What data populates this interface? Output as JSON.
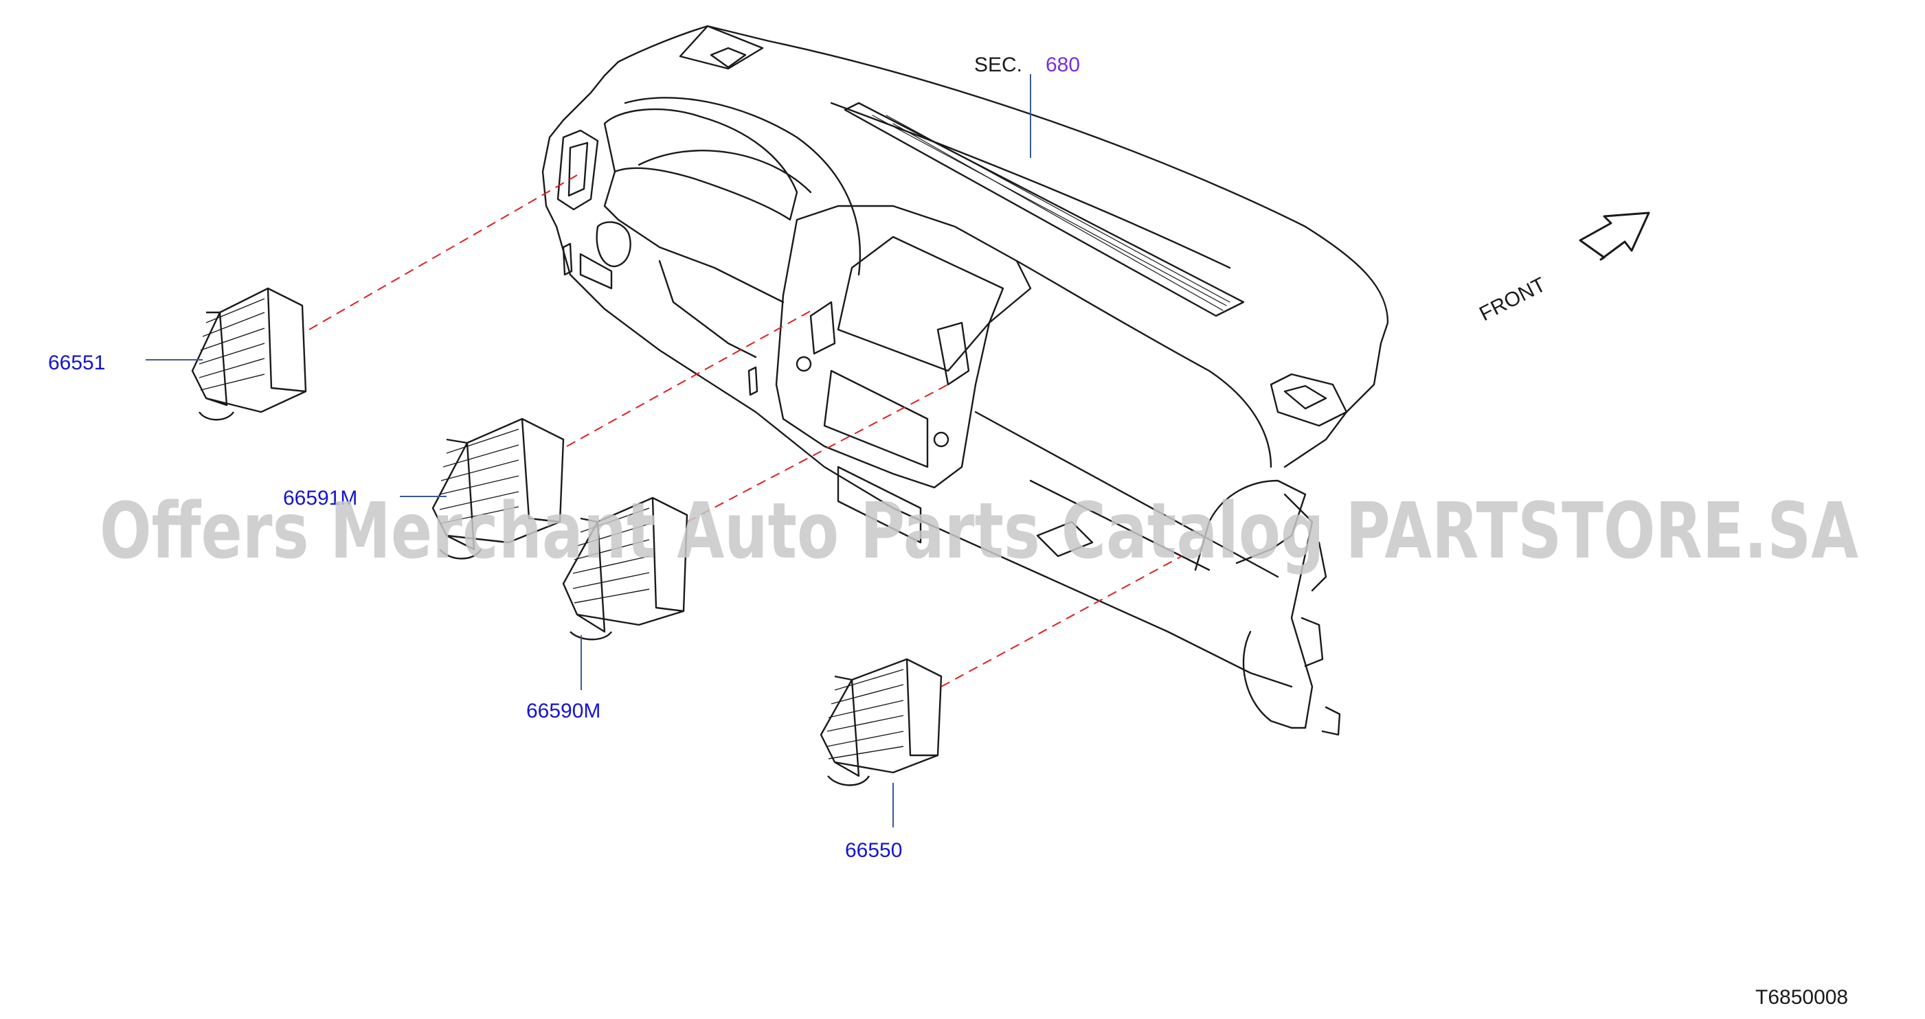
{
  "section_ref": {
    "prefix": "SEC.",
    "number": "680"
  },
  "parts": [
    {
      "id": "66551"
    },
    {
      "id": "66591M"
    },
    {
      "id": "66590M"
    },
    {
      "id": "66550"
    }
  ],
  "direction_label": "FRONT",
  "diagram_code": "T6850008",
  "watermark": "Offers Merchant Auto Parts Catalog PARTSTORE.SA",
  "colors": {
    "line": "#1a1a1a",
    "part_label": "#1414d2",
    "section_number": "#7a2fd6",
    "leader_dash": "#e02020",
    "watermark": "#c8c8c8"
  }
}
